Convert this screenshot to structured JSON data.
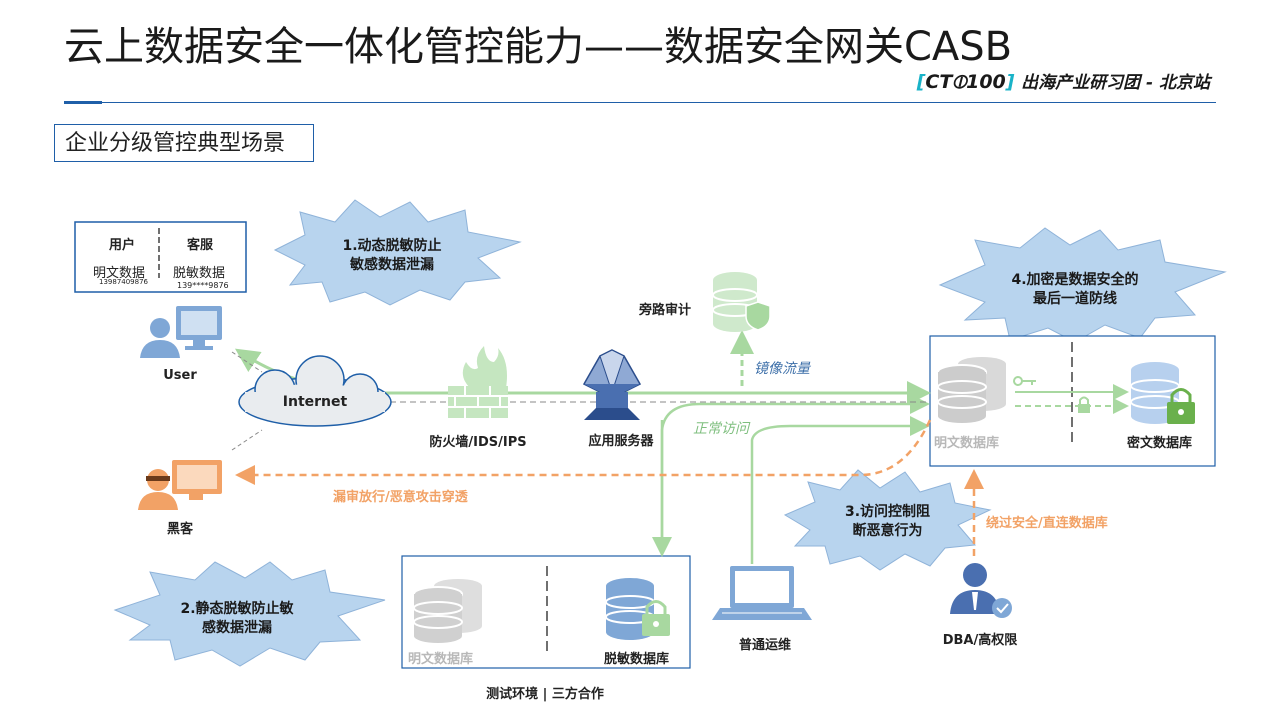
{
  "title": "云上数据安全一体化管控能力——数据安全网关CASB",
  "brand": {
    "bracket_open": "[",
    "logo": "CT",
    "logo2": "100",
    "bracket_close": "]",
    "tagline": "出海产业研习团 - 北京站"
  },
  "scenario_label": "企业分级管控典型场景",
  "table": {
    "headers": [
      "用户",
      "客服"
    ],
    "row_labels": [
      "明文数据",
      "脱敏数据"
    ],
    "row_values": [
      "13987409876",
      "139****9876"
    ]
  },
  "stars": {
    "s1": {
      "line1": "1.动态脱敏防止",
      "line2": "敏感数据泄漏"
    },
    "s2": {
      "line1": "2.静态脱敏防止敏",
      "line2": "感数据泄漏"
    },
    "s3": {
      "line1": "3.访问控制阻",
      "line2": "断恶意行为"
    },
    "s4": {
      "line1": "4.加密是数据安全的",
      "line2": "最后一道防线"
    }
  },
  "nodes": {
    "user": "User",
    "hacker": "黑客",
    "internet": "Internet",
    "firewall": "防火墙/IDS/IPS",
    "app_server": "应用服务器",
    "audit": "旁路审计",
    "mirror": "镜像流量",
    "normal_access": "正常访问",
    "leak_text": "漏审放行/恶意攻击穿透",
    "plain_db_top": "明文数据库",
    "cipher_db": "密文数据库",
    "bypass": "绕过安全/直连数据库",
    "dba": "DBA/高权限",
    "ops": "普通运维",
    "plain_db_bottom": "明文数据库",
    "masked_db": "脱敏数据库",
    "test_env": "测试环境 | 三方合作"
  },
  "colors": {
    "blue": "#1f5fa8",
    "green": "#a8d8a0",
    "orange": "#f2a266",
    "star": "#b8d4ee"
  }
}
